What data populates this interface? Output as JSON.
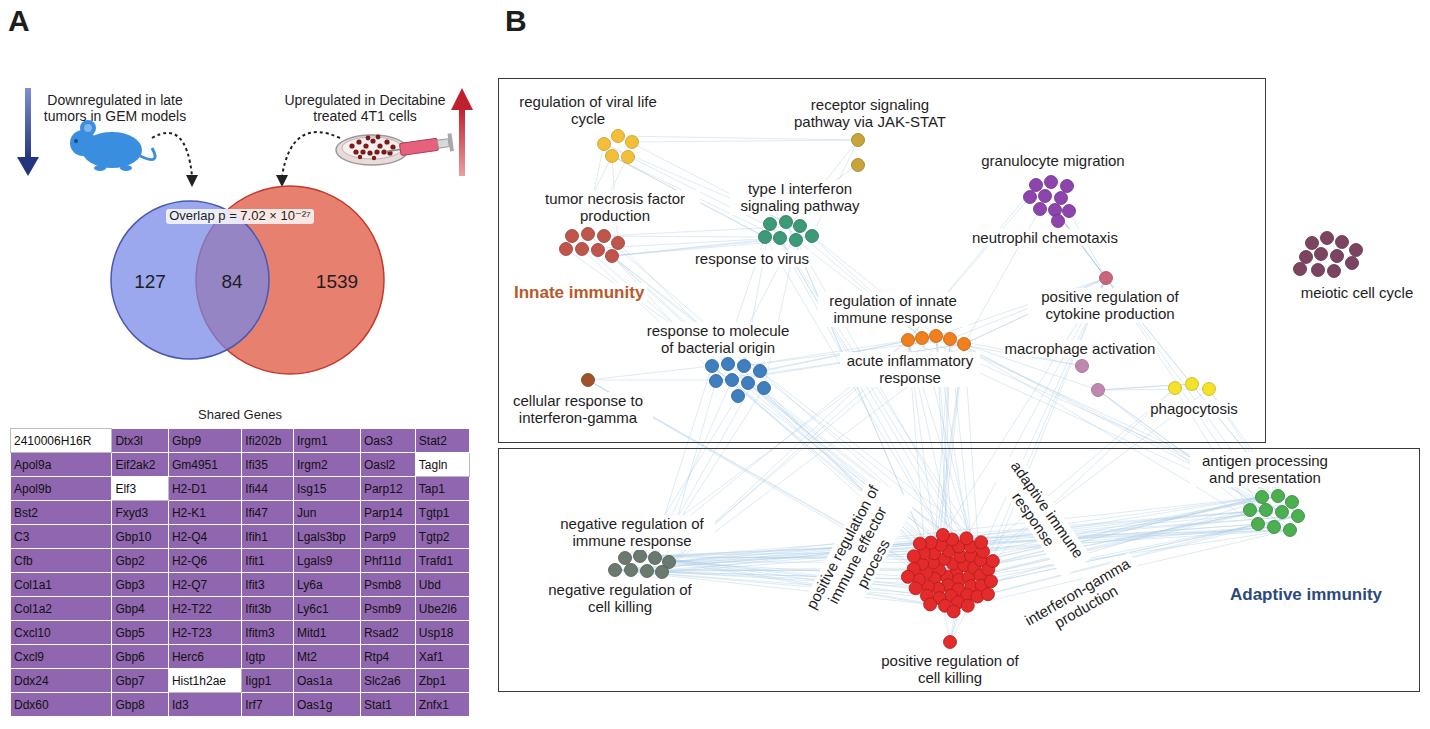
{
  "diagram": {
    "nodes": [
      {
        "text": [
          "127"
        ]
      },
      {
        "text": [
          "1539"
        ]
      },
      {
        "text": [
          "Innate immunity"
        ]
      },
      {
        "text": [
          "Adaptive immunity"
        ]
      }
    ],
    "labels": [
      "A",
      "Downregulated in late tumors in GEM models",
      "Upregulated in Decitabine treated 4T1 cells",
      "Overlap p = 7.02 × 10⁻²⁷",
      "84",
      "Shared Genes",
      "2410006H16R",
      "Dtx3l",
      "Gbp9",
      "Ifi202b",
      "Irgm1",
      "Oas3",
      "Stat2",
      "Apol9a",
      "Eif2ak2",
      "Gm4951",
      "Ifi35",
      "Irgm2",
      "Oasl2",
      "Tagln",
      "Apol9b",
      "Elf3",
      "H2-D1",
      "Ifi44",
      "Isg15",
      "Parp12",
      "Tap1",
      "Bst2",
      "Fxyd3",
      "H2-K1",
      "Ifi47",
      "Jun",
      "Parp14",
      "Tgtp1",
      "C3",
      "Gbp10",
      "H2-Q4",
      "Ifih1",
      "Lgals3bp",
      "Parp9",
      "Tgtp2",
      "Cfb",
      "Gbp2",
      "H2-Q6",
      "Ifit1",
      "Lgals9",
      "Phf11d",
      "Trafd1",
      "Col1a1",
      "Gbp3",
      "H2-Q7",
      "Ifit3",
      "Ly6a",
      "Psmb8",
      "Ubd",
      "Col1a2",
      "Gbp4",
      "H2-T22",
      "Ifit3b",
      "Ly6c1",
      "Psmb9",
      "Ube2l6",
      "Cxcl10",
      "Gbp5",
      "H2-T23",
      "Ifitm3",
      "Mitd1",
      "Rsad2",
      "Usp18",
      "Cxcl9",
      "Gbp6",
      "Herc6",
      "Igtp",
      "Mt2",
      "Rtp4",
      "Xaf1",
      "Ddx24",
      "Gbp7",
      "Hist1h2ae",
      "Iigp1",
      "Oas1a",
      "Slc2a6",
      "Zbp1",
      "Ddx60",
      "Gbp8",
      "Id3",
      "Irf7",
      "Oas1g",
      "Stat1",
      "Znfx1",
      "B",
      "regulation of viral life cycle",
      "receptor signaling pathway via JAK-STAT",
      "granulocyte migration",
      "tumor necrosis factor production",
      "type I interferon signaling pathway",
      "response to virus",
      "neutrophil chemotaxis",
      "regulation of innate immune response",
      "positive regulation of cytokine production",
      "response to molecule of bacterial origin",
      "acute inflammatory response",
      "macrophage activation",
      "cellular response to interferon-gamma",
      "phagocytosis",
      "meiotic cell cycle",
      "antigen processing and presentation",
      "adaptive immune response",
      "negative regulation of immune response",
      "positive regulation of immune effector process",
      "negative regulation of cell killing",
      "interferon-gamma production",
      "positive regulation of cell killing"
    ]
  }
}
